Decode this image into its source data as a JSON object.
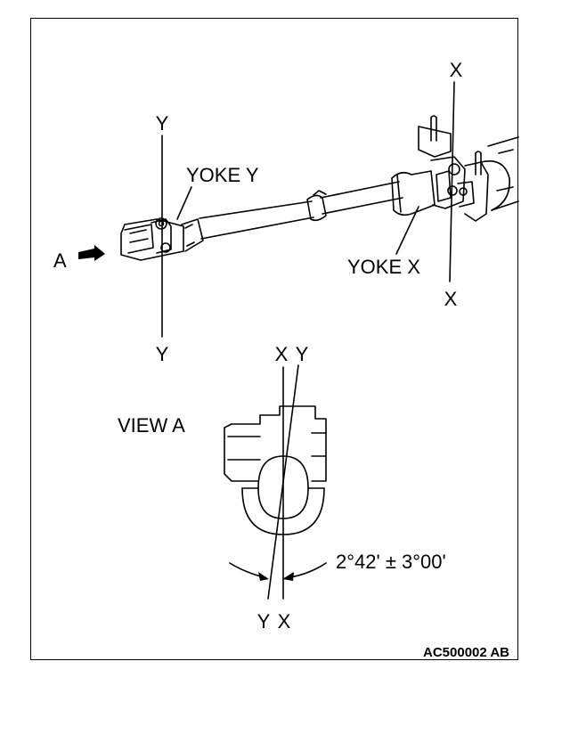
{
  "labels": {
    "yoke_y": "YOKE Y",
    "yoke_x": "YOKE X",
    "axis_y": "Y",
    "axis_x": "X",
    "arrow_a": "A",
    "view_a": "VIEW A",
    "angle_spec": "2°42' ± 3°00'",
    "drawing_code": "AC500002 AB"
  },
  "colors": {
    "line": "#000000",
    "background": "#ffffff"
  },
  "icons": {
    "view_arrow": "arrow-right-icon"
  }
}
